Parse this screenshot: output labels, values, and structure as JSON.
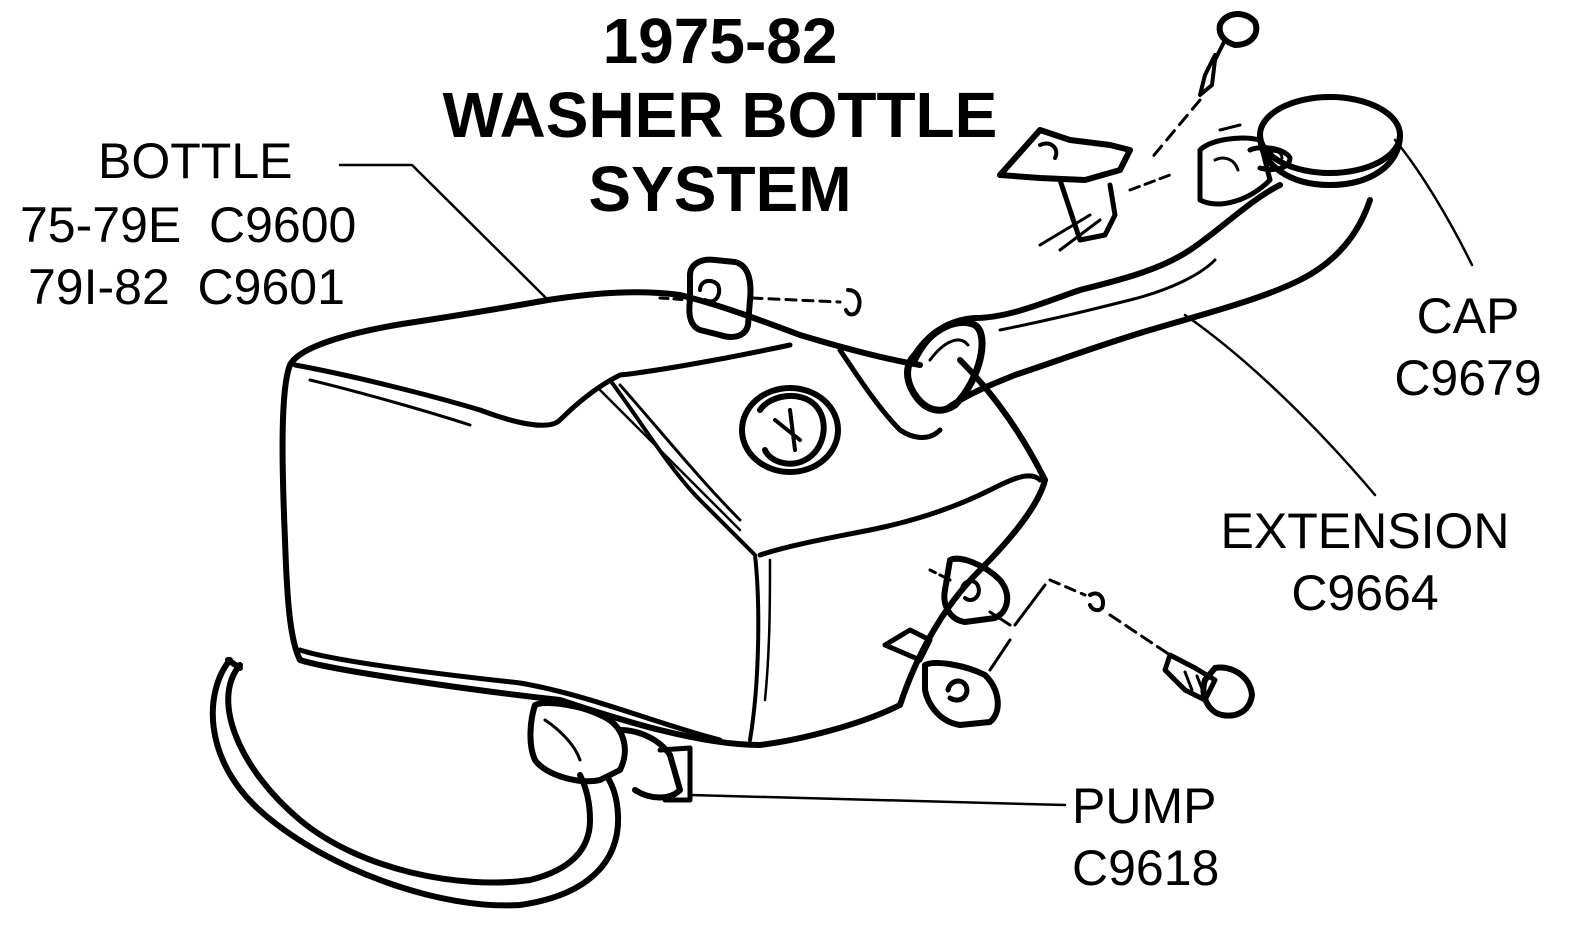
{
  "title": {
    "line1": "1975-82",
    "line2": "WASHER BOTTLE",
    "line3": "SYSTEM"
  },
  "callouts": {
    "bottle": {
      "name": "BOTTLE",
      "part1": "75-79E  C9600",
      "part2": "79I-82  C9601"
    },
    "cap": {
      "name": "CAP",
      "part": "C9679"
    },
    "extension": {
      "name": "EXTENSION",
      "part": "C9664"
    },
    "pump": {
      "name": "PUMP",
      "part": "C9618"
    }
  },
  "colors": {
    "ink": "#000000",
    "paper": "#ffffff"
  }
}
